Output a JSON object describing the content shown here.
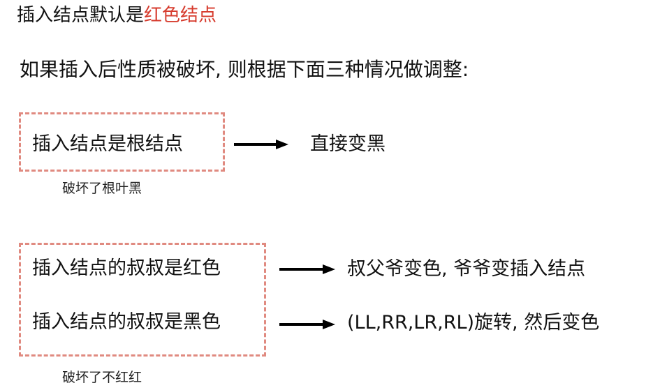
{
  "title": {
    "prefix": "插入结点默认是",
    "highlight": "红色结点",
    "highlight_color": "#d63a2c"
  },
  "intro": "如果插入后性质被破坏, 则根据下面三种情况做调整:",
  "group1": {
    "box_color": "#e08a80",
    "cases": [
      {
        "condition": "插入结点是根结点",
        "result": "直接变黑"
      }
    ],
    "note": "破坏了根叶黑"
  },
  "group2": {
    "box_color": "#e08a80",
    "cases": [
      {
        "condition": "插入结点的叔叔是红色",
        "result": "叔父爷变色, 爷爷变插入结点"
      },
      {
        "condition": "插入结点的叔叔是黑色",
        "result": "(LL,RR,LR,RL)旋转, 然后变色"
      }
    ],
    "note": "破坏了不红红"
  },
  "arrow_icon": "right-arrow-icon"
}
